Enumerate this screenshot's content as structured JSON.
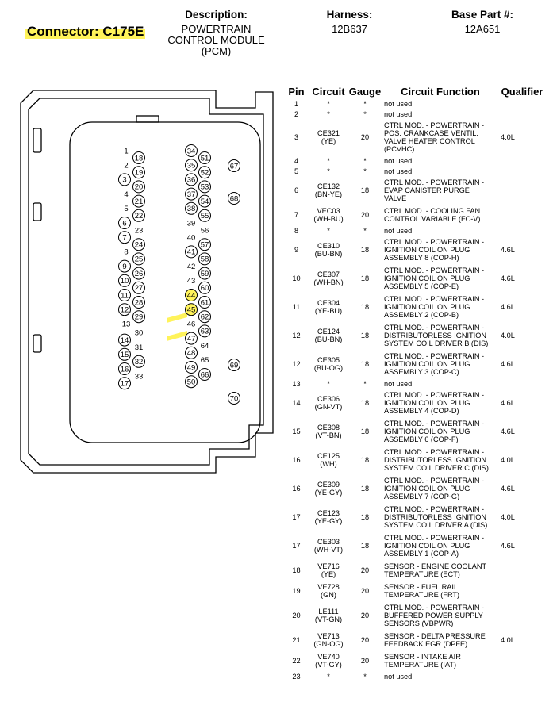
{
  "header": {
    "connector_label": "Connector: C175E",
    "description_label": "Description:",
    "description_lines": [
      "POWERTRAIN",
      "CONTROL MODULE",
      "(PCM)"
    ],
    "harness_label": "Harness:",
    "harness_value": "12B637",
    "base_part_label": "Base Part #:",
    "base_part_value": "12A651"
  },
  "colors": {
    "highlight": "#fff35a"
  },
  "diagram_pins": {
    "left_col_a": [
      "1",
      "2",
      "3",
      "4",
      "5",
      "6",
      "7",
      "8",
      "9",
      "10",
      "11",
      "12",
      "13",
      "14",
      "15",
      "16",
      "17"
    ],
    "left_col_b": [
      "18",
      "19",
      "20",
      "21",
      "22",
      "23",
      "24",
      "25",
      "26",
      "27",
      "28",
      "29",
      "30",
      "31",
      "32",
      "33"
    ],
    "mid_col_a": [
      "34",
      "35",
      "36",
      "37",
      "38",
      "39",
      "40",
      "41",
      "42",
      "43",
      "44",
      "45",
      "46",
      "47",
      "48",
      "49",
      "50"
    ],
    "mid_col_b": [
      "51",
      "52",
      "53",
      "54",
      "55",
      "56",
      "57",
      "58",
      "59",
      "60",
      "61",
      "62",
      "63",
      "64",
      "65",
      "66"
    ],
    "right_col": [
      "67",
      "68",
      "69",
      "70"
    ],
    "highlighted": [
      "44",
      "45"
    ]
  },
  "table": {
    "headers": {
      "pin": "Pin",
      "circuit": "Circuit",
      "gauge": "Gauge",
      "function": "Circuit Function",
      "qualifier": "Qualifier"
    },
    "rows": [
      {
        "pin": "1",
        "circuit": [
          "*"
        ],
        "gauge": "*",
        "function": [
          "not used"
        ],
        "qualifier": ""
      },
      {
        "pin": "2",
        "circuit": [
          "*"
        ],
        "gauge": "*",
        "function": [
          "not used"
        ],
        "qualifier": ""
      },
      {
        "pin": "3",
        "circuit": [
          "CE321",
          "(YE)"
        ],
        "gauge": "20",
        "function": [
          "CTRL MOD. - POWERTRAIN -",
          "POS. CRANKCASE VENTIL.",
          "VALVE HEATER CONTROL",
          "(PCVHC)"
        ],
        "qualifier": "4.0L"
      },
      {
        "pin": "4",
        "circuit": [
          "*"
        ],
        "gauge": "*",
        "function": [
          "not used"
        ],
        "qualifier": ""
      },
      {
        "pin": "5",
        "circuit": [
          "*"
        ],
        "gauge": "*",
        "function": [
          "not used"
        ],
        "qualifier": ""
      },
      {
        "pin": "6",
        "circuit": [
          "CE132",
          "(BN-YE)"
        ],
        "gauge": "18",
        "function": [
          "CTRL MOD. - POWERTRAIN -",
          "EVAP CANISTER PURGE",
          "VALVE"
        ],
        "qualifier": ""
      },
      {
        "pin": "7",
        "circuit": [
          "VEC03",
          "(WH-BU)"
        ],
        "gauge": "20",
        "function": [
          "CTRL MOD. - COOLING FAN",
          "CONTROL VARIABLE (FC-V)"
        ],
        "qualifier": ""
      },
      {
        "pin": "8",
        "circuit": [
          "*"
        ],
        "gauge": "*",
        "function": [
          "not used"
        ],
        "qualifier": ""
      },
      {
        "pin": "9",
        "circuit": [
          "CE310",
          "(BU-BN)"
        ],
        "gauge": "18",
        "function": [
          "CTRL MOD. - POWERTRAIN -",
          "IGNITION COIL ON PLUG",
          "ASSEMBLY 8 (COP-H)"
        ],
        "qualifier": "4.6L"
      },
      {
        "pin": "10",
        "circuit": [
          "CE307",
          "(WH-BN)"
        ],
        "gauge": "18",
        "function": [
          "CTRL MOD. - POWERTRAIN -",
          "IGNITION COIL ON PLUG",
          "ASSEMBLY 5 (COP-E)"
        ],
        "qualifier": "4.6L"
      },
      {
        "pin": "11",
        "circuit": [
          "CE304",
          "(YE-BU)"
        ],
        "gauge": "18",
        "function": [
          "CTRL MOD. - POWERTRAIN -",
          "IGNITION COIL ON PLUG",
          "ASSEMBLY 2 (COP-B)"
        ],
        "qualifier": "4.6L"
      },
      {
        "pin": "12",
        "circuit": [
          "CE124",
          "(BU-BN)"
        ],
        "gauge": "18",
        "function": [
          "CTRL MOD. - POWERTRAIN -",
          "DISTRIBUTORLESS IGNITION",
          "SYSTEM COIL DRIVER B (DIS)"
        ],
        "qualifier": "4.0L"
      },
      {
        "pin": "12",
        "circuit": [
          "CE305",
          "(BU-OG)"
        ],
        "gauge": "18",
        "function": [
          "CTRL MOD. - POWERTRAIN -",
          "IGNITION COIL ON PLUG",
          "ASSEMBLY 3 (COP-C)"
        ],
        "qualifier": "4.6L"
      },
      {
        "pin": "13",
        "circuit": [
          "*"
        ],
        "gauge": "*",
        "function": [
          "not used"
        ],
        "qualifier": ""
      },
      {
        "pin": "14",
        "circuit": [
          "CE306",
          "(GN-VT)"
        ],
        "gauge": "18",
        "function": [
          "CTRL MOD. - POWERTRAIN -",
          "IGNITION COIL ON PLUG",
          "ASSEMBLY 4 (COP-D)"
        ],
        "qualifier": "4.6L"
      },
      {
        "pin": "15",
        "circuit": [
          "CE308",
          "(VT-BN)"
        ],
        "gauge": "18",
        "function": [
          "CTRL MOD. - POWERTRAIN -",
          "IGNITION COIL ON PLUG",
          "ASSEMBLY 6 (COP-F)"
        ],
        "qualifier": "4.6L"
      },
      {
        "pin": "16",
        "circuit": [
          "CE125",
          "(WH)"
        ],
        "gauge": "18",
        "function": [
          "CTRL MOD. - POWERTRAIN -",
          "DISTRIBUTORLESS IGNITION",
          "SYSTEM COIL DRIVER C (DIS)"
        ],
        "qualifier": "4.0L"
      },
      {
        "pin": "16",
        "circuit": [
          "CE309",
          "(YE-GY)"
        ],
        "gauge": "18",
        "function": [
          "CTRL MOD. - POWERTRAIN -",
          "IGNITION COIL ON PLUG",
          "ASSEMBLY 7 (COP-G)"
        ],
        "qualifier": "4.6L"
      },
      {
        "pin": "17",
        "circuit": [
          "CE123",
          "(YE-GY)"
        ],
        "gauge": "18",
        "function": [
          "CTRL MOD. - POWERTRAIN -",
          "DISTRIBUTORLESS IGNITION",
          "SYSTEM COIL DRIVER A (DIS)"
        ],
        "qualifier": "4.0L"
      },
      {
        "pin": "17",
        "circuit": [
          "CE303",
          "(WH-VT)"
        ],
        "gauge": "18",
        "function": [
          "CTRL MOD. - POWERTRAIN -",
          "IGNITION COIL ON PLUG",
          "ASSEMBLY 1 (COP-A)"
        ],
        "qualifier": "4.6L"
      },
      {
        "pin": "18",
        "circuit": [
          "VE716",
          "(YE)"
        ],
        "gauge": "20",
        "function": [
          "SENSOR - ENGINE COOLANT",
          "TEMPERATURE (ECT)"
        ],
        "qualifier": ""
      },
      {
        "pin": "19",
        "circuit": [
          "VE728",
          "(GN)"
        ],
        "gauge": "20",
        "function": [
          "SENSOR - FUEL RAIL",
          "TEMPERATURE (FRT)"
        ],
        "qualifier": ""
      },
      {
        "pin": "20",
        "circuit": [
          "LE111",
          "(VT-GN)"
        ],
        "gauge": "20",
        "function": [
          "CTRL MOD. - POWERTRAIN -",
          "BUFFERED POWER SUPPLY",
          "SENSORS (VBPWR)"
        ],
        "qualifier": ""
      },
      {
        "pin": "21",
        "circuit": [
          "VE713",
          "(GN-OG)"
        ],
        "gauge": "20",
        "function": [
          "SENSOR - DELTA PRESSURE",
          "FEEDBACK EGR (DPFE)"
        ],
        "qualifier": "4.0L"
      },
      {
        "pin": "22",
        "circuit": [
          "VE740",
          "(VT-GY)"
        ],
        "gauge": "20",
        "function": [
          "SENSOR - INTAKE AIR",
          "TEMPERATURE (IAT)"
        ],
        "qualifier": ""
      },
      {
        "pin": "23",
        "circuit": [
          "*"
        ],
        "gauge": "*",
        "function": [
          "not used"
        ],
        "qualifier": ""
      }
    ]
  }
}
